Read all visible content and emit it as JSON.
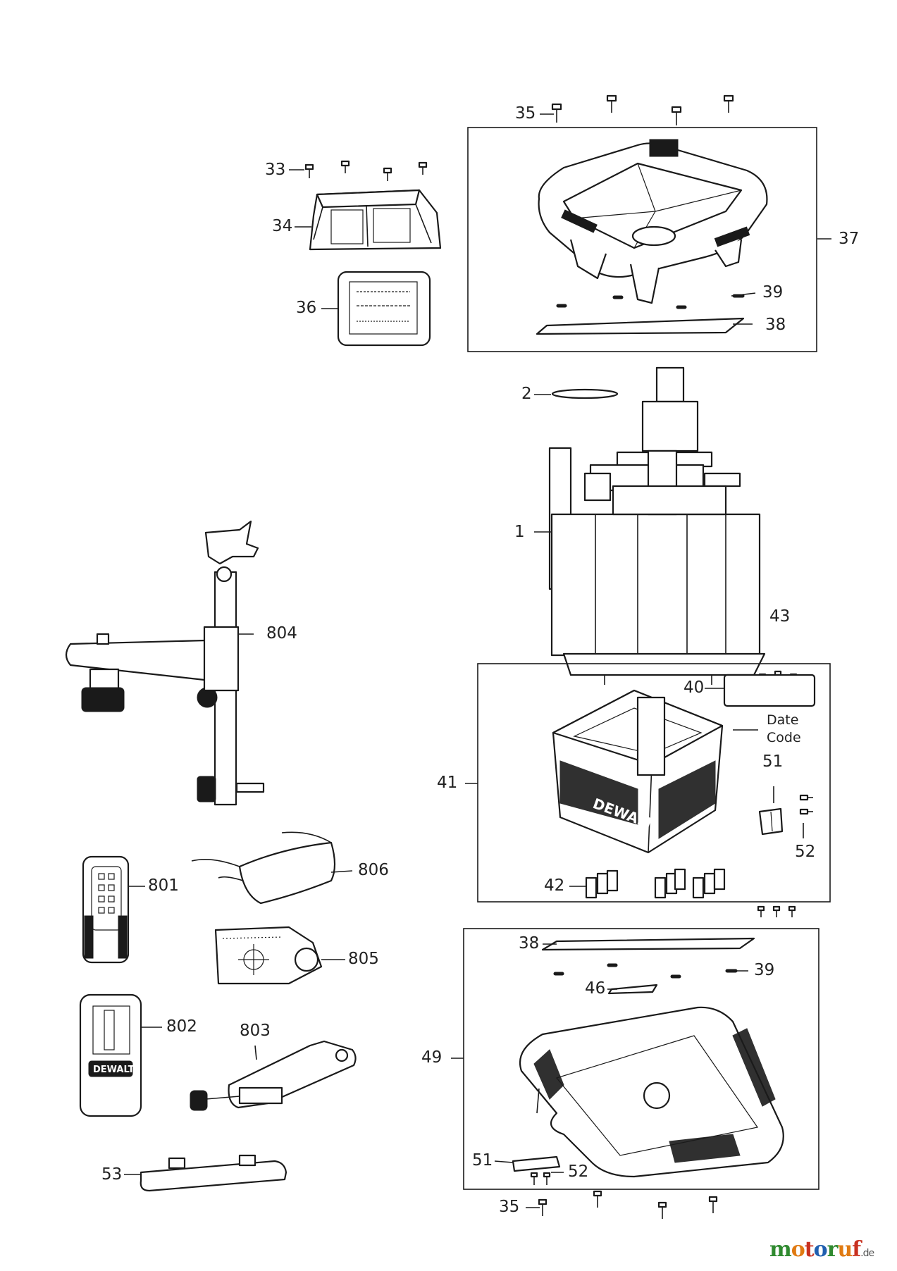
{
  "labels": {
    "l35_top": "35",
    "l33": "33",
    "l34": "34",
    "l36": "36",
    "l37": "37",
    "l39_top": "39",
    "l38_top": "38",
    "l2": "2",
    "l1": "1",
    "l804": "804",
    "l43": "43",
    "l40": "40",
    "date_code": "Date\nCode",
    "l51_top": "51",
    "l41": "41",
    "l52_top": "52",
    "l42": "42",
    "l801": "801",
    "l806": "806",
    "l805": "805",
    "l802": "802",
    "l803": "803",
    "l38_bot": "38",
    "l39_bot": "39",
    "l46": "46",
    "l49": "49",
    "l51_bot": "51",
    "l52_bot": "52",
    "l53": "53",
    "l35_bot": "35"
  },
  "brand_text": "DEWALT",
  "watermark": {
    "name": "motoruf",
    "tld": ".de"
  }
}
